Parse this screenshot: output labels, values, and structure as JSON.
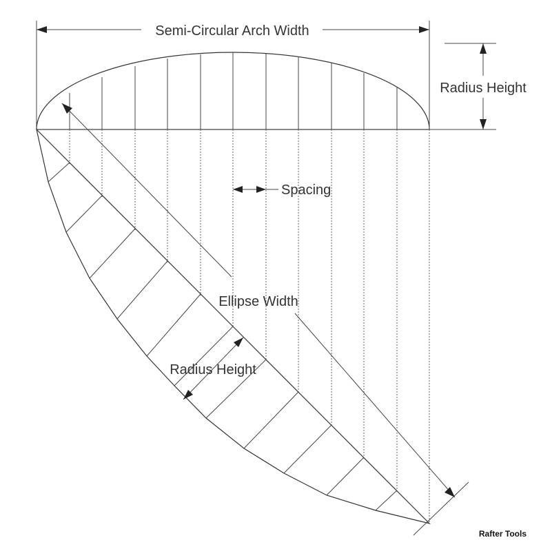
{
  "labels": {
    "arch_width": "Semi-Circular Arch Width",
    "radius_height_top": "Radius Height",
    "spacing": "Spacing",
    "ellipse_width": "Ellipse Width",
    "radius_height_ellipse": "Radius Height"
  },
  "credit": "Rafter Tools",
  "colors": {
    "fill": "#cdd2f5",
    "line": "#333333",
    "dotted": "#666666"
  }
}
